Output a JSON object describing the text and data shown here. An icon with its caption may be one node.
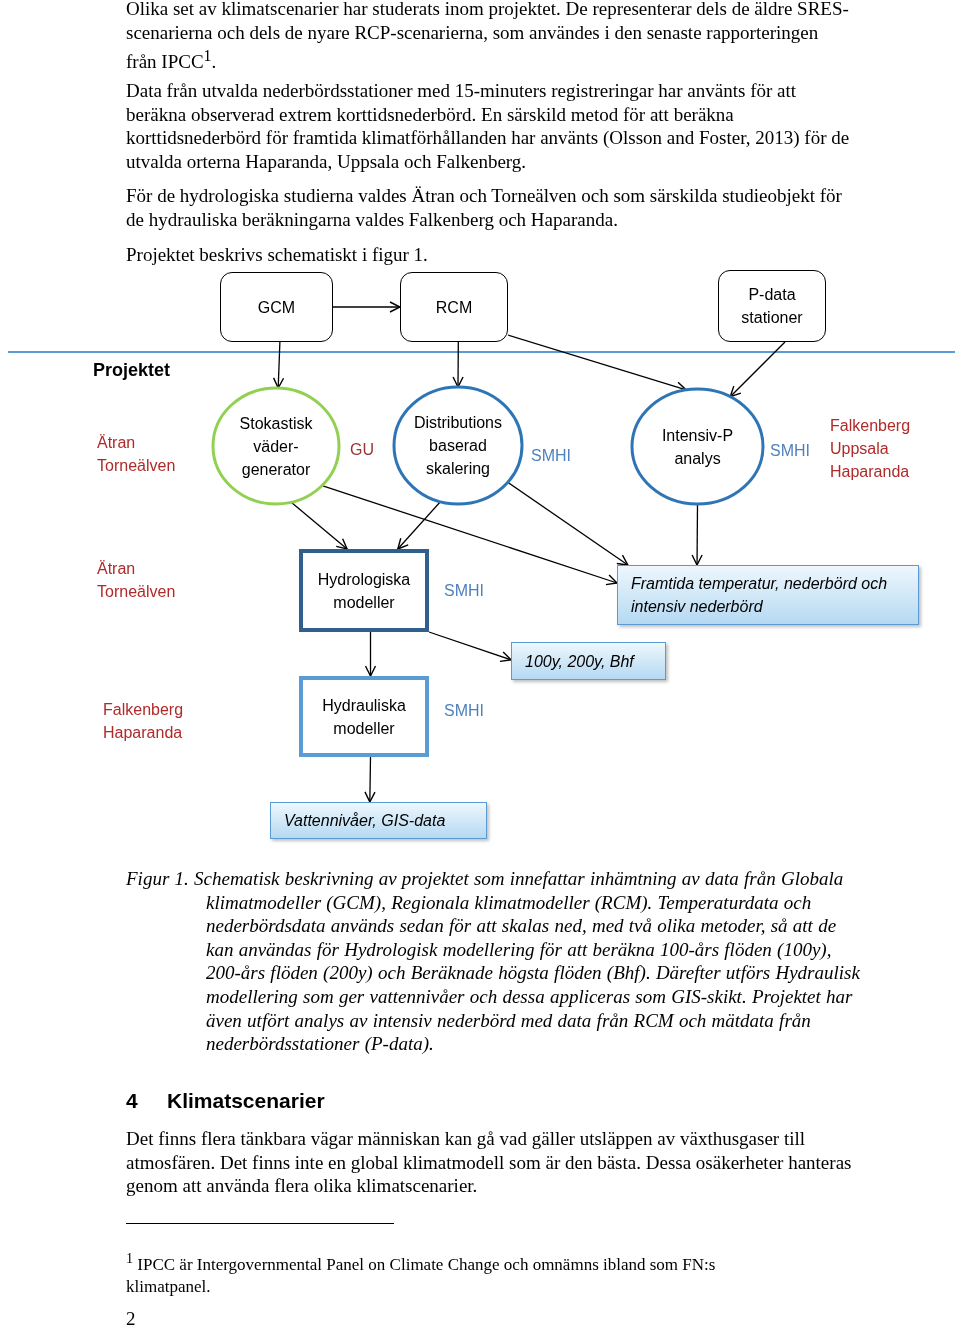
{
  "diagram": {
    "caption": "Figur 1. Schematisk beskrivning av projektet som innefattar inhämtning av data från Globala klimatmodeller (GCM), Regionala klimatmodeller (RCM). Temperaturdata och nederbördsdata används sedan för att skalas ned, med två olika metoder, så att de kan användas för Hydrologisk modellering för att beräkna 100-års flöden (100y), 200-års flöden (200y) och Beräknade högsta flöden (Bhf). Därefter utförs Hydraulisk modellering som ger vattennivåer och dessa appliceras som GIS-skikt. Projektet har även utfört analys av intensiv nederbörd med data från RCM och mätdata från nederbördsstationer (P-data).",
    "nodes": [
      {
        "text": [
          "GCM"
        ]
      },
      {
        "text": [
          "RCM"
        ]
      },
      {
        "text": [
          "P-data stationer"
        ]
      },
      {
        "text": [
          "Stokastisk väder-generator"
        ],
        "beside": [
          "GU"
        ]
      },
      {
        "text": [
          "Distributions baserad skalering"
        ],
        "beside": [
          "SMHI"
        ]
      },
      {
        "text": [
          "Intensiv-P analys"
        ],
        "beside": [
          "SMHI"
        ]
      },
      {
        "text": [
          "Hydrologiska modeller"
        ],
        "beside": [
          "SMHI"
        ]
      },
      {
        "text": [
          "Framtida temperatur, nederbörd och intensiv nederbörd"
        ]
      },
      {
        "text": [
          "100y, 200y, Bhf"
        ]
      },
      {
        "text": [
          "Hydrauliska modeller"
        ],
        "beside": [
          "SMHI"
        ]
      },
      {
        "text": [
          "Vattennivåer, GIS-data"
        ]
      }
    ],
    "edges": [
      {
        "from": 0,
        "to": 1,
        "arrow": "to"
      },
      {
        "from": 0,
        "to": 3,
        "arrow": "to"
      },
      {
        "from": 1,
        "to": 4,
        "arrow": "to"
      },
      {
        "from": 1,
        "to": 5,
        "arrow": "to"
      },
      {
        "from": 2,
        "to": 5,
        "arrow": "to"
      },
      {
        "from": 3,
        "to": 6,
        "arrow": "to"
      },
      {
        "from": 3,
        "to": 7,
        "arrow": "to"
      },
      {
        "from": 4,
        "to": 6,
        "arrow": "to"
      },
      {
        "from": 4,
        "to": 7,
        "arrow": "to"
      },
      {
        "from": 5,
        "to": 7,
        "arrow": "to"
      },
      {
        "from": 6,
        "to": 9,
        "arrow": "to"
      },
      {
        "from": 6,
        "to": 8,
        "arrow": "to"
      },
      {
        "from": 9,
        "to": 10,
        "arrow": "to"
      }
    ],
    "labels": [
      "Olika set av klimatscenarier har studerats inom projektet. De representerar dels de äldre SRES-scenarierna och dels de nyare RCP-scenarierna, som användes i den senaste rapporteringen från IPCC$^{1}$.",
      "Data från utvalda nederbördsstationer med 15-minuters registreringar har använts för att beräkna observerad extrem korttidsnederbörd. En särskild metod för att beräkna korttidsnederbörd för framtida klimatförhållanden har använts (Olsson and Foster, 2013) för de utvalda orterna Haparanda, Uppsala och Falkenberg.",
      "För de hydrologiska studierna valdes Ätran och Torneälven och som särskilda studieobjekt för de hydrauliska beräkningarna valdes Falkenberg och Haparanda.",
      "Projektet beskrivs schematiskt i figur 1.",
      "Projektet",
      "Ätran Torneälven",
      "Falkenberg Uppsala Haparanda",
      "Ätran Torneälven",
      "Falkenberg Haparanda",
      "4",
      "Klimatscenarier",
      "Det finns flera tänkbara vägar människan kan gå vad gäller utsläppen av växthusgaser till atmosfären. Det finns inte en global klimatmodell som är den bästa. Dessa osäkerheter hanteras genom att använda flera olika klimatscenarier.",
      "$^{1}$ IPCC är Intergovernmental Panel on Climate Change och omnämns ibland som FN:s klimatpanel.",
      "2"
    ]
  }
}
